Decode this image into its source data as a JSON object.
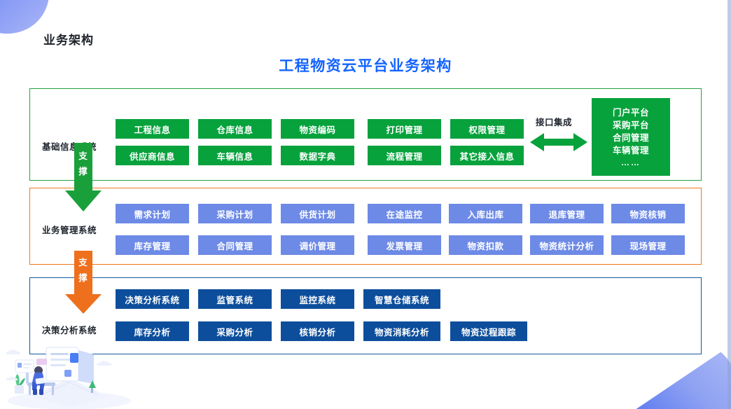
{
  "page": {
    "eyebrow": "业务架构",
    "title": "工程物资云平台业务架构"
  },
  "colors": {
    "green": "#07a23c",
    "periwinkle": "#6d8ae6",
    "navy": "#0d4e9c",
    "orange": "#ec7a1c",
    "title_blue": "#1464ff"
  },
  "sections": [
    {
      "id": "base",
      "label": "基础信息系统",
      "border_color": "#22a33f",
      "tile_color": "#07a23c",
      "rows": [
        [
          "工程信息",
          "仓库信息",
          "物资编码",
          "打印管理",
          "权限管理"
        ],
        [
          "供应商信息",
          "车辆信息",
          "数据字典",
          "流程管理",
          "其它接入信息"
        ]
      ]
    },
    {
      "id": "biz",
      "label": "业务管理系统",
      "border_color": "#ec7a1c",
      "tile_color": "#6d8ae6",
      "rows": [
        [
          "需求计划",
          "采购计划",
          "供货计划",
          "在途监控",
          "入库出库",
          "退库管理",
          "物资核销"
        ],
        [
          "库存管理",
          "合同管理",
          "调价管理",
          "发票管理",
          "物资扣款",
          "物资统计分析",
          "现场管理"
        ]
      ]
    },
    {
      "id": "dec",
      "label": "决策分析系统",
      "border_color": "#1257a0",
      "tile_color": "#0d4e9c",
      "rows": [
        [
          "决策分析系统",
          "监管系统",
          "监控系统",
          "智慧仓储系统"
        ],
        [
          "库存分析",
          "采购分析",
          "核销分析",
          "物资消耗分析",
          "物资过程跟踪"
        ]
      ]
    }
  ],
  "integration": {
    "label": "接口集成",
    "arrow_icon": "double-arrow-horizontal-icon",
    "platform_box": {
      "items": [
        "门户平台",
        "采购平台",
        "合同管理",
        "车辆管理"
      ],
      "ellipsis": "……"
    }
  },
  "support_arrows": [
    {
      "id": "support-green",
      "text": "支撑",
      "color": "#1aa03a",
      "icon": "arrow-down-icon"
    },
    {
      "id": "support-orange",
      "text": "支撑",
      "color": "#ee6f1c",
      "icon": "arrow-down-icon"
    }
  ],
  "decorations": {
    "top_left": "gradient-blob-icon",
    "bottom_right": "gradient-wedge-icon",
    "bottom_left_illustration": "person-reading-illustration-icon"
  }
}
